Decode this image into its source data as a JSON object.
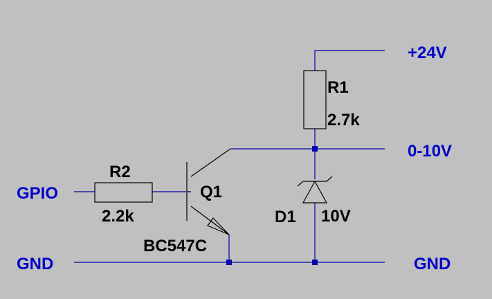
{
  "colors": {
    "background": "#c0c0c0",
    "wire": "#0000aa",
    "net_label": "#0000cc",
    "component": "#000000"
  },
  "nets": {
    "supply": "+24V",
    "output": "0-10V",
    "gpio": "GPIO",
    "gnd_left": "GND",
    "gnd_right": "GND"
  },
  "components": {
    "r1": {
      "name": "R1",
      "value": "2.7k"
    },
    "r2": {
      "name": "R2",
      "value": "2.2k"
    },
    "q1": {
      "name": "Q1",
      "value": "BC547C"
    },
    "d1": {
      "name": "D1",
      "value": "10V"
    }
  }
}
